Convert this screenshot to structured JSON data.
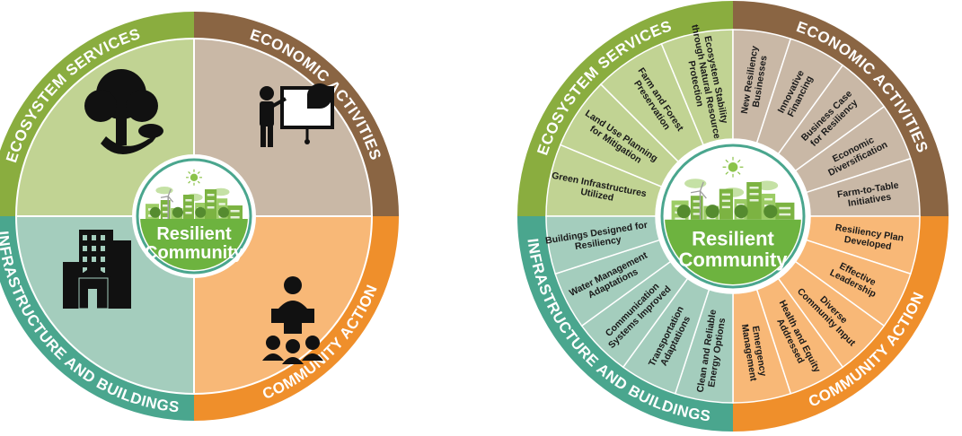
{
  "colors": {
    "ecosystem_dark": "#8aad3f",
    "ecosystem_light": "#c1d393",
    "economic_dark": "#8a6543",
    "economic_light": "#c9b8a6",
    "community_dark": "#ef8f2b",
    "community_light": "#f8b877",
    "infra_dark": "#4aa68e",
    "infra_light": "#a4cdbd",
    "center_green": "#6db33f"
  },
  "left_wheel": {
    "center_title": [
      "Resilient",
      "Community"
    ],
    "categories": {
      "ecosystem": "ECOSYSTEM SERVICES",
      "economic": "ECONOMIC ACTIVITIES",
      "community": "COMMUNITY ACTION",
      "infra": "INFRASTRUCTURE AND BUILDINGS"
    },
    "icons": [
      "tree-icon",
      "presentation-icon",
      "speaker-audience-icon",
      "buildings-icon"
    ]
  },
  "right_wheel": {
    "center_title": [
      "Resilient",
      "Community"
    ],
    "categories": {
      "ecosystem": "ECOSYSTEM SERVICES",
      "economic": "ECONOMIC ACTIVITIES",
      "community": "COMMUNITY ACTION",
      "infra": "INFRASTRUCTURE AND BUILDINGS"
    },
    "items": {
      "economic": [
        [
          "New Resiliency",
          "Businesses"
        ],
        [
          "Innovative",
          "Financing"
        ],
        [
          "Business Case",
          "for Resiliency"
        ],
        [
          "Economic",
          "Diversification"
        ],
        [
          "Farm-to-Table",
          "Initiatives"
        ]
      ],
      "community": [
        [
          "Resiliency Plan",
          "Developed"
        ],
        [
          "Effective",
          "Leadership"
        ],
        [
          "Diverse",
          "Community Input"
        ],
        [
          "Health and Equity",
          "Addressed"
        ],
        [
          "Emergency",
          "Management"
        ]
      ],
      "infra": [
        [
          "Clean and Reliable",
          "Energy Options"
        ],
        [
          "Transportation",
          "Adaptations"
        ],
        [
          "Communication",
          "Systems Improved"
        ],
        [
          "Water Management",
          "Adaptations"
        ],
        [
          "Buildings Designed for",
          "Resiliency"
        ]
      ],
      "ecosystem": [
        [
          "Green Infrastructures",
          "Utilized"
        ],
        [
          "Land Use Planning",
          "for Mitigation"
        ],
        [
          "Farm and Forest",
          "Preservation"
        ],
        [
          "Ecosystem Stability",
          "through Natural Resource",
          "Protection"
        ]
      ]
    }
  }
}
